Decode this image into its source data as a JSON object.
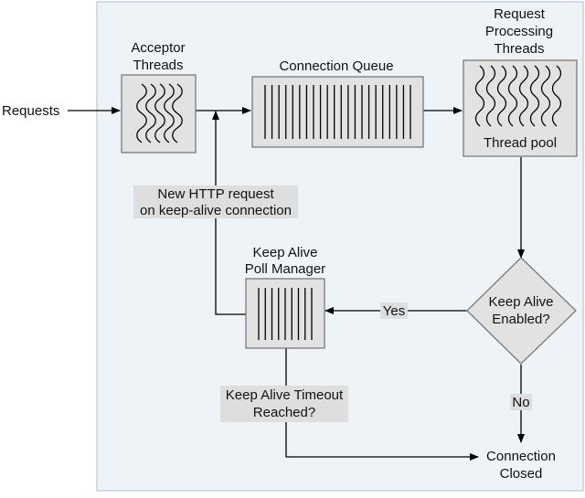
{
  "colors": {
    "panel_fill": "#eef3f8",
    "panel_stroke": "#a9bfd6",
    "box_fill": "#e2e2e2",
    "box_stroke": "#7a7a7a",
    "line": "#000000",
    "label_bg": "#dedede"
  },
  "nodes": {
    "requests": "Requests",
    "acceptor_threads": {
      "line1": "Acceptor",
      "line2": "Threads",
      "icon": "wavy-threads-icon"
    },
    "connection_queue": {
      "label": "Connection Queue",
      "icon": "queue-bars-icon"
    },
    "request_processing": {
      "line1": "Request",
      "line2": "Processing",
      "line3": "Threads",
      "caption": "Thread pool",
      "icon": "wavy-threads-icon"
    },
    "keep_alive_decision": {
      "line1": "Keep Alive",
      "line2": "Enabled?"
    },
    "poll_manager": {
      "line1": "Keep Alive",
      "line2": "Poll Manager",
      "icon": "queue-bars-icon"
    },
    "connection_closed": {
      "line1": "Connection",
      "line2": "Closed"
    }
  },
  "edges": {
    "new_http_request": {
      "line1": "New HTTP request",
      "line2": "on keep-alive connection"
    },
    "yes": "Yes",
    "no": "No",
    "timeout": {
      "line1": "Keep Alive Timeout",
      "line2": "Reached?"
    }
  }
}
